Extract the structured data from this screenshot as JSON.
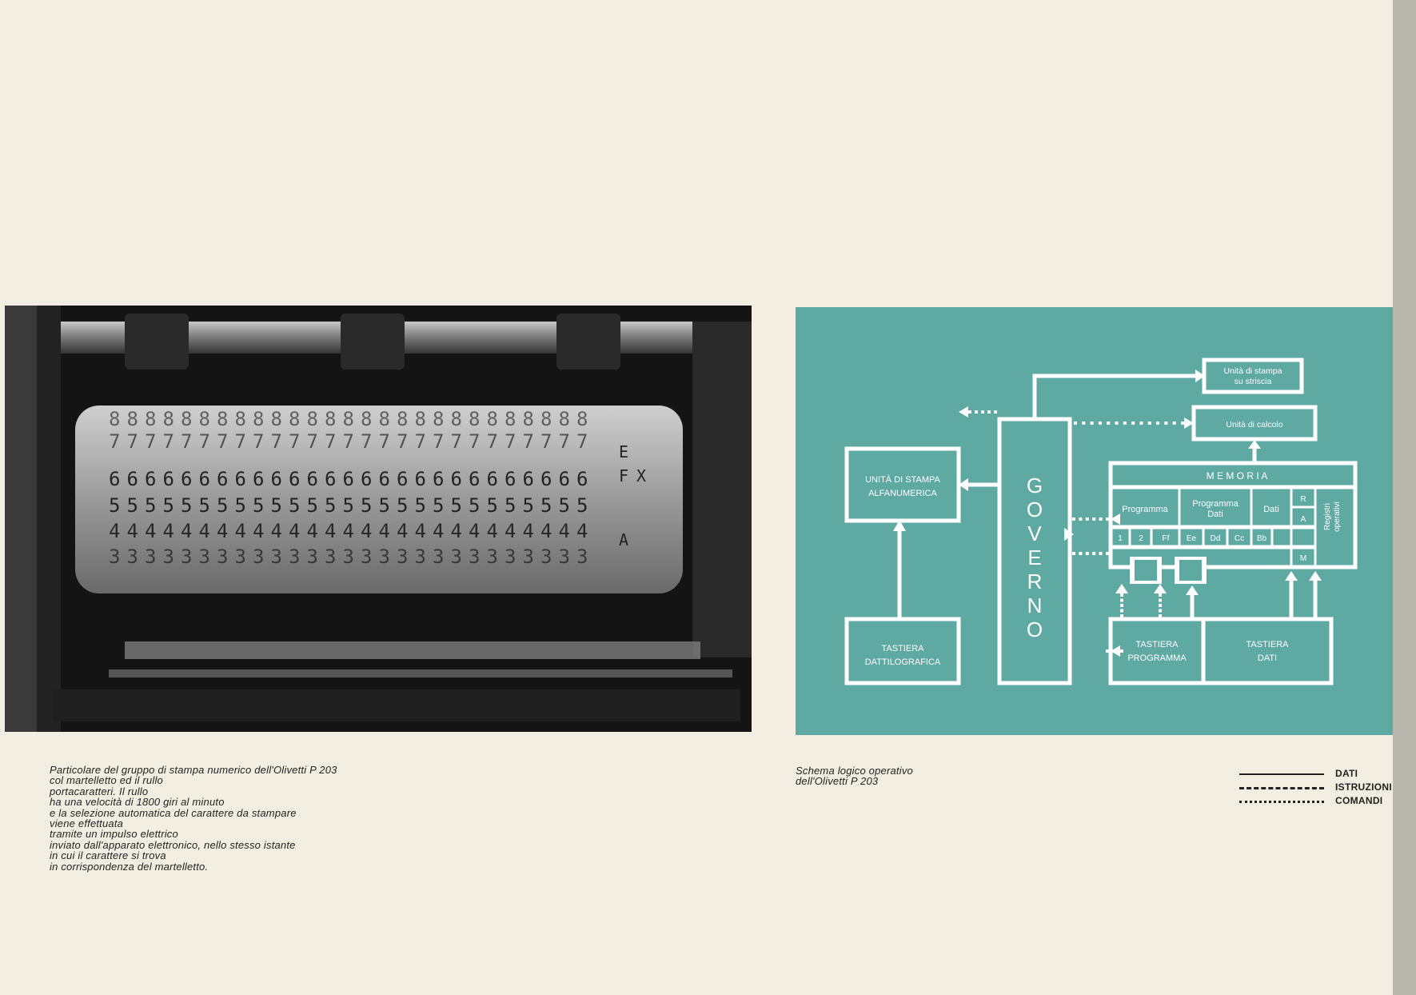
{
  "photo": {
    "description_icon": "printing-drum-photo",
    "drum_digits": {
      "row6": "6",
      "row5": "5",
      "row4": "4",
      "row3": "3",
      "row8": "8",
      "row7": "7"
    },
    "side_letters": [
      "F",
      "X",
      "E",
      "A"
    ]
  },
  "caption_left": {
    "lines": [
      "Particolare del gruppo di stampa numerico dell'Olivetti P 203",
      "col martelletto ed il rullo",
      "portacaratteri. Il rullo",
      "ha una velocità di 1800 giri al minuto",
      "e la selezione automatica del carattere da stampare",
      "viene effettuata",
      "tramite un impulso elettrico",
      "inviato dall'apparato elettronico, nello stesso istante",
      "in cui il carattere si trova",
      "in corrispondenza del martelletto."
    ]
  },
  "caption_right": {
    "lines": [
      "Schema logico operativo",
      "dell'Olivetti P 203"
    ]
  },
  "diagram": {
    "colors": {
      "background": "#5fa9a3",
      "stroke": "#ffffff"
    },
    "governo": [
      "G",
      "O",
      "V",
      "E",
      "R",
      "N",
      "O"
    ],
    "unita_stampa_strip": [
      "Unità di stampa",
      "su striscia"
    ],
    "unita_calcolo": "Unità di calcolo",
    "unita_stampa_alfa": [
      "UNITÀ DI STAMPA",
      "ALFANUMERICA"
    ],
    "tastiera_datt": [
      "TASTIERA",
      "DATTILOGRAFICA"
    ],
    "tastiera_prog": [
      "TASTIERA",
      "PROGRAMMA"
    ],
    "tastiera_dati": [
      "TASTIERA",
      "DATI"
    ],
    "memoria": "M E M O R I A",
    "programma": "Programma",
    "programma_dati": [
      "Programma",
      "Dati"
    ],
    "dati": "Dati",
    "ram": [
      "R",
      "A",
      "M"
    ],
    "registri": [
      "Registri",
      "operativi"
    ],
    "registers": [
      "1",
      "2",
      "Ff",
      "Ee",
      "Dd",
      "Cc",
      "Bb"
    ]
  },
  "legend": {
    "items": [
      {
        "style": "solid",
        "label": "DATI"
      },
      {
        "style": "dashed",
        "label": "ISTRUZIONI"
      },
      {
        "style": "dotted",
        "label": "COMANDI"
      }
    ]
  }
}
